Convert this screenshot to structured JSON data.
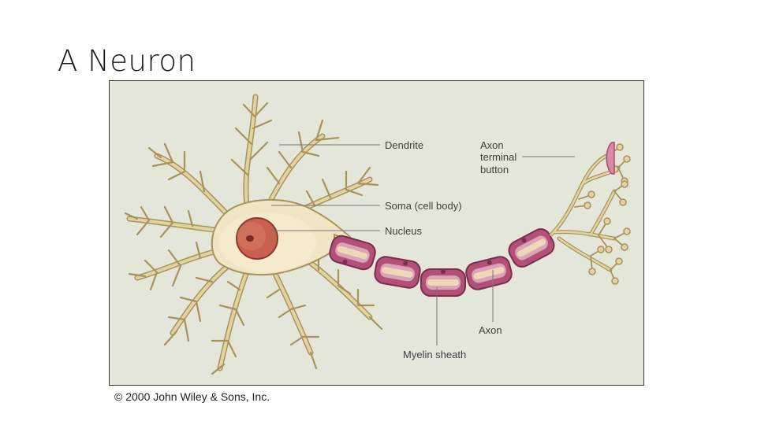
{
  "slide": {
    "title": "A Neuron",
    "copyright": "© 2000 John Wiley & Sons, Inc."
  },
  "diagram": {
    "labels": {
      "dendrite": "Dendrite",
      "soma": "Soma (cell body)",
      "nucleus": "Nucleus",
      "axon_terminal_line1": "Axon",
      "axon_terminal_line2": "terminal",
      "axon_terminal_line3": "button",
      "axon": "Axon",
      "myelin_sheath": "Myelin sheath"
    },
    "colors": {
      "background": "#e4e6d9",
      "cell_body": "#f1e6c4",
      "dendrite": "#e3d3a0",
      "outline": "#a8935e",
      "nucleus": "#c8614f",
      "myelin": "#b25078",
      "myelin_inner": "#dba3b7",
      "label_text": "#3f3f3f",
      "leader_line": "#777777"
    }
  }
}
